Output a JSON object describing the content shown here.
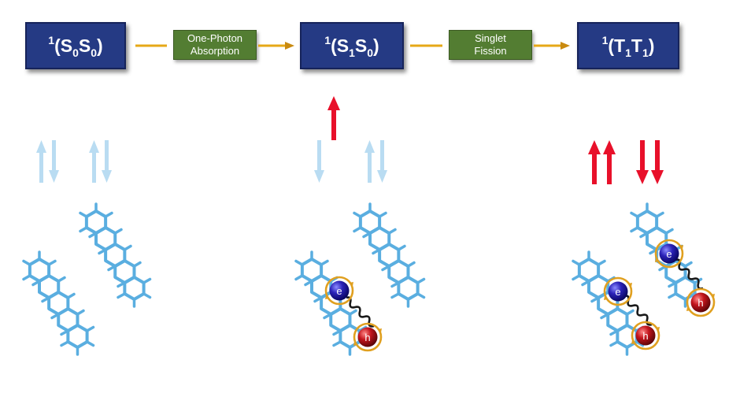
{
  "states": {
    "ground": {
      "spin": "1",
      "open": "(",
      "a": "S",
      "a_sub": "0",
      "b": "S",
      "b_sub": "0",
      "close": ")"
    },
    "excited": {
      "spin": "1",
      "open": "(",
      "a": "S",
      "a_sub": "1",
      "b": "S",
      "b_sub": "0",
      "close": ")"
    },
    "triplet_pair": {
      "spin": "1",
      "open": "(",
      "a": "T",
      "a_sub": "1",
      "b": "T",
      "b_sub": "1",
      "close": ")"
    }
  },
  "processes": {
    "absorption": {
      "line1": "One-Photon",
      "line2": "Absorption"
    },
    "fission": {
      "line1": "Singlet",
      "line2": "Fission"
    }
  },
  "particles": {
    "electron": "e",
    "hole": "h"
  },
  "colors": {
    "state_box": "#253a84",
    "process_box": "#537d32",
    "flow_arrow": "#e6a817",
    "spin_light": "#b9dcf2",
    "spin_red": "#e8102a",
    "molecule": "#5aaee0",
    "electron": "#2b22b8",
    "hole": "#c3141c",
    "ring": "#e0a020"
  },
  "icons": [
    "spin-up-arrow-icon",
    "spin-down-arrow-icon",
    "electron-icon",
    "hole-icon",
    "exciton-coupling-icon",
    "pentacene-molecule-icon"
  ]
}
